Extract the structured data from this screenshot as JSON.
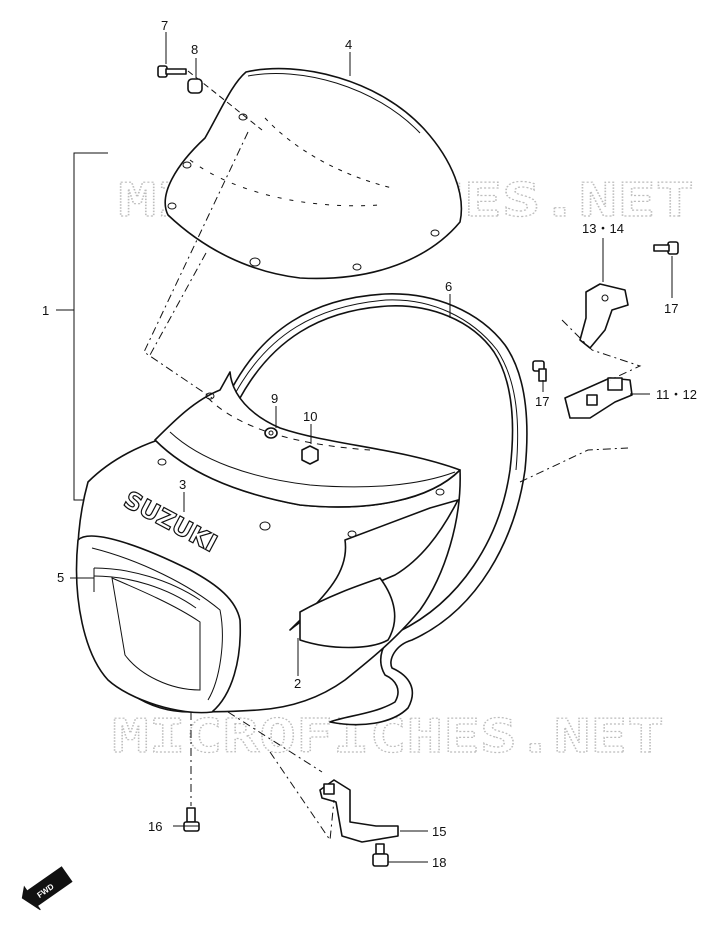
{
  "watermarks": [
    "MICROFICHES.NET",
    "MICROFICHES.NET"
  ],
  "brand_text": "SUZUKI",
  "direction_marker": "FWD",
  "callouts": {
    "c1": "1",
    "c2": "2",
    "c3": "3",
    "c4": "4",
    "c5": "5",
    "c6": "6",
    "c7": "7",
    "c8": "8",
    "c9": "9",
    "c10": "10",
    "c11_12": "11・12",
    "c13_14": "13・14",
    "c15": "15",
    "c16": "16",
    "c17a": "17",
    "c17b": "17",
    "c18": "18"
  }
}
